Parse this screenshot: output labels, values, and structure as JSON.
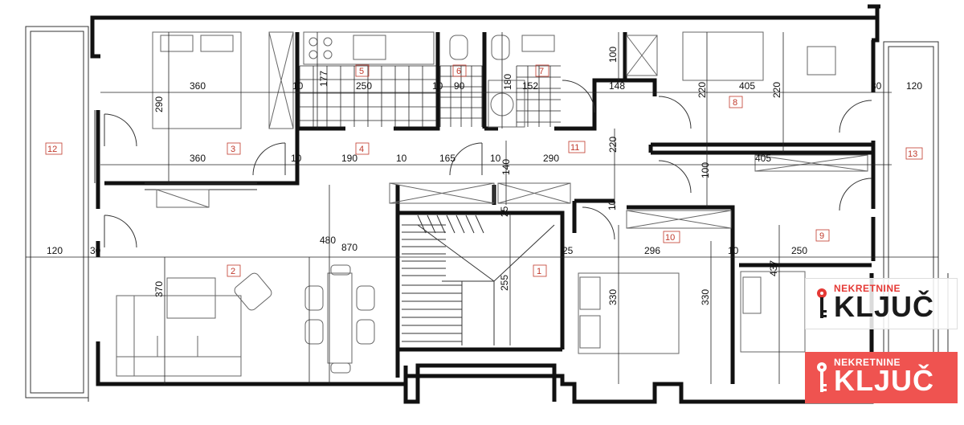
{
  "dimensions": {
    "d360a": "360",
    "d290": "290",
    "d10a": "10",
    "d177": "177",
    "d250a": "250",
    "d10b": "10",
    "d90": "90",
    "d180": "180",
    "d152": "152",
    "d100a": "100",
    "d148": "148",
    "d220a": "220",
    "d405a": "405",
    "d220b": "220",
    "d30a": "30",
    "d120a": "120",
    "d360b": "360",
    "d10c": "10",
    "d190": "190",
    "d10d": "10",
    "d165": "165",
    "d10e": "10",
    "d140": "140",
    "d290b": "290",
    "d220c": "220",
    "d405b": "405",
    "d100b": "100",
    "d25a": "25",
    "d10f": "10",
    "d120b": "120",
    "d30b": "30",
    "d480": "480",
    "d870": "870",
    "d25b": "25",
    "d296": "296",
    "d10g": "10",
    "d250b": "250",
    "d437": "437",
    "d370": "370",
    "d255": "255",
    "d330a": "330",
    "d330b": "330"
  },
  "rooms": {
    "r1": "1",
    "r2": "2",
    "r3": "3",
    "r4": "4",
    "r5": "5",
    "r6": "6",
    "r7": "7",
    "r8": "8",
    "r9": "9",
    "r10": "10",
    "r11": "11",
    "r12": "12",
    "r13": "13"
  },
  "watermark": {
    "line1": "NEKRETNINE",
    "line2": "KLJUČ"
  },
  "colors": {
    "room_label": "#c0392b",
    "wall": "#111111",
    "brand_red": "#ef5350"
  }
}
